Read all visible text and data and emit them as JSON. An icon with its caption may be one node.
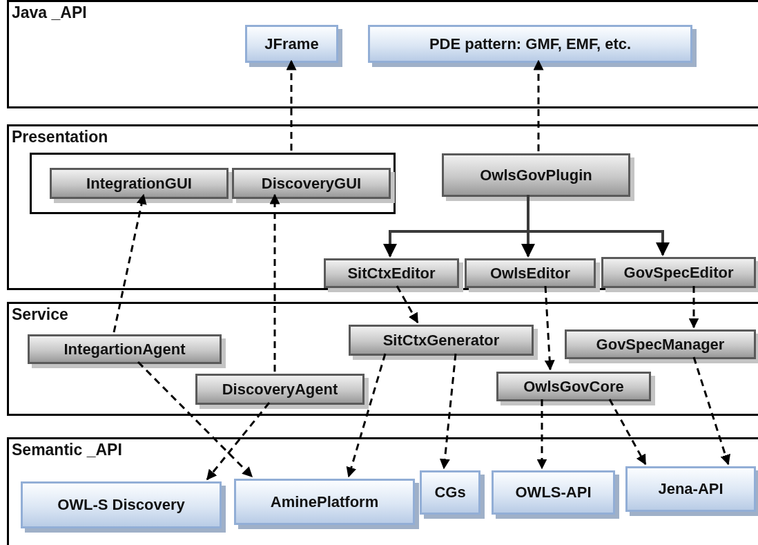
{
  "diagram": {
    "nodes": [
      {
        "text": [
          "Java _API"
        ]
      },
      {
        "text": [
          "JFrame"
        ],
        "in": 0
      },
      {
        "text": [
          "PDE pattern: GMF, EMF, etc."
        ],
        "in": 0
      },
      {
        "text": [
          "Presentation"
        ]
      },
      {
        "text": [],
        "shape": "box",
        "in": 3
      },
      {
        "text": [
          "IntegrationGUI"
        ],
        "in": 4
      },
      {
        "text": [
          "DiscoveryGUI"
        ],
        "in": 4
      },
      {
        "text": [
          "OwlsGovPlugin"
        ],
        "in": 3
      },
      {
        "text": [
          "SitCtxEditor"
        ],
        "in": 3
      },
      {
        "text": [
          "OwlsEditor"
        ],
        "in": 3
      },
      {
        "text": [
          "GovSpecEditor"
        ],
        "in": 3
      },
      {
        "text": [
          "Service"
        ]
      },
      {
        "text": [
          "IntegartionAgent"
        ],
        "in": 11
      },
      {
        "text": [
          "SitCtxGenerator"
        ],
        "in": 11
      },
      {
        "text": [
          "GovSpecManager"
        ],
        "in": 11
      },
      {
        "text": [
          "DiscoveryAgent"
        ],
        "in": 11
      },
      {
        "text": [
          "OwlsGovCore"
        ],
        "in": 11
      },
      {
        "text": [
          "Semantic _API"
        ]
      },
      {
        "text": [
          "OWL-S Discovery"
        ],
        "in": 17
      },
      {
        "text": [
          "AminePlatform"
        ],
        "in": 17
      },
      {
        "text": [
          "CGs"
        ],
        "in": 17
      },
      {
        "text": [
          "OWLS-API"
        ],
        "in": 17
      },
      {
        "text": [
          "Jena-API"
        ],
        "in": 17
      }
    ],
    "edges": [
      {
        "from": 4,
        "to": 1,
        "arrow": "to",
        "style": "dashed"
      },
      {
        "from": 7,
        "to": 2,
        "arrow": "to",
        "style": "dashed"
      },
      {
        "from": 7,
        "to": 8,
        "arrow": "to"
      },
      {
        "from": 7,
        "to": 9,
        "arrow": "to"
      },
      {
        "from": 7,
        "to": 10,
        "arrow": "to"
      },
      {
        "from": 12,
        "to": 5,
        "arrow": "to",
        "style": "dashed"
      },
      {
        "from": 15,
        "to": 6,
        "arrow": "to",
        "style": "dashed"
      },
      {
        "from": 8,
        "to": 13,
        "arrow": "to",
        "style": "dashed"
      },
      {
        "from": 9,
        "to": 16,
        "arrow": "to",
        "style": "dashed"
      },
      {
        "from": 10,
        "to": 14,
        "arrow": "to",
        "style": "dashed"
      },
      {
        "from": 12,
        "to": 19,
        "arrow": "to",
        "style": "dashed"
      },
      {
        "from": 15,
        "to": 18,
        "arrow": "to",
        "style": "dashed"
      },
      {
        "from": 13,
        "to": 19,
        "arrow": "to",
        "style": "dashed"
      },
      {
        "from": 13,
        "to": 20,
        "arrow": "to",
        "style": "dashed"
      },
      {
        "from": 16,
        "to": 21,
        "arrow": "to",
        "style": "dashed"
      },
      {
        "from": 16,
        "to": 22,
        "arrow": "to",
        "style": "dashed"
      },
      {
        "from": 14,
        "to": 22,
        "arrow": "to",
        "style": "dashed"
      }
    ]
  }
}
